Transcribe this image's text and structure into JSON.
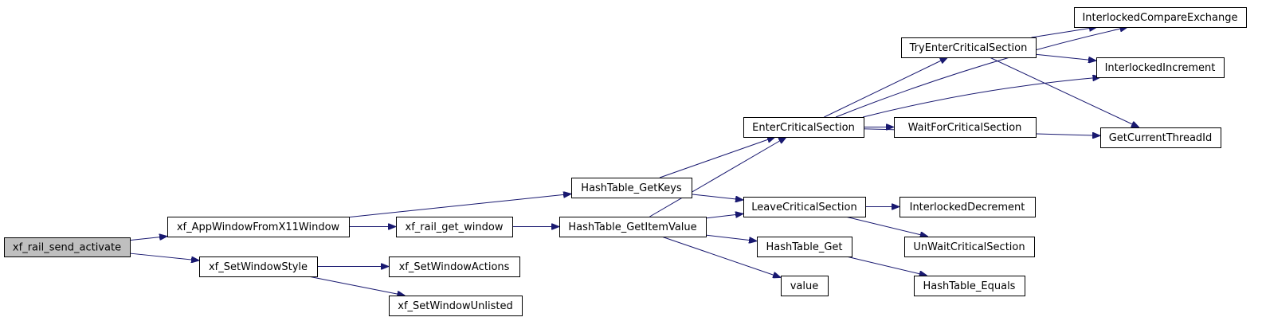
{
  "colors": {
    "edge": "#191970",
    "node_fill": "#ffffff",
    "root_fill": "#bfbfbf",
    "node_border": "#000000"
  },
  "nodes": [
    {
      "id": "xf_rail_send_activate",
      "label": "xf_rail_send_activate",
      "root": true
    },
    {
      "id": "xf_AppWindowFromX11Window",
      "label": "xf_AppWindowFromX11Window"
    },
    {
      "id": "xf_SetWindowStyle",
      "label": "xf_SetWindowStyle"
    },
    {
      "id": "HashTable_GetKeys",
      "label": "HashTable_GetKeys"
    },
    {
      "id": "xf_rail_get_window",
      "label": "xf_rail_get_window"
    },
    {
      "id": "xf_SetWindowActions",
      "label": "xf_SetWindowActions"
    },
    {
      "id": "xf_SetWindowUnlisted",
      "label": "xf_SetWindowUnlisted"
    },
    {
      "id": "HashTable_GetItemValue",
      "label": "HashTable_GetItemValue"
    },
    {
      "id": "EnterCriticalSection",
      "label": "EnterCriticalSection"
    },
    {
      "id": "LeaveCriticalSection",
      "label": "LeaveCriticalSection"
    },
    {
      "id": "HashTable_Get",
      "label": "HashTable_Get"
    },
    {
      "id": "value",
      "label": "value"
    },
    {
      "id": "TryEnterCriticalSection",
      "label": "TryEnterCriticalSection"
    },
    {
      "id": "WaitForCriticalSection",
      "label": "WaitForCriticalSection"
    },
    {
      "id": "InterlockedDecrement",
      "label": "InterlockedDecrement"
    },
    {
      "id": "UnWaitCriticalSection",
      "label": "UnWaitCriticalSection"
    },
    {
      "id": "HashTable_Equals",
      "label": "HashTable_Equals"
    },
    {
      "id": "InterlockedCompareExchange",
      "label": "InterlockedCompareExchange"
    },
    {
      "id": "InterlockedIncrement",
      "label": "InterlockedIncrement"
    },
    {
      "id": "GetCurrentThreadId",
      "label": "GetCurrentThreadId"
    }
  ],
  "edges": [
    {
      "from": "xf_rail_send_activate",
      "to": "xf_AppWindowFromX11Window"
    },
    {
      "from": "xf_rail_send_activate",
      "to": "xf_SetWindowStyle"
    },
    {
      "from": "xf_AppWindowFromX11Window",
      "to": "HashTable_GetKeys"
    },
    {
      "from": "xf_AppWindowFromX11Window",
      "to": "xf_rail_get_window"
    },
    {
      "from": "xf_SetWindowStyle",
      "to": "xf_SetWindowActions"
    },
    {
      "from": "xf_SetWindowStyle",
      "to": "xf_SetWindowUnlisted"
    },
    {
      "from": "xf_rail_get_window",
      "to": "HashTable_GetItemValue"
    },
    {
      "from": "HashTable_GetKeys",
      "to": "EnterCriticalSection"
    },
    {
      "from": "HashTable_GetKeys",
      "to": "LeaveCriticalSection"
    },
    {
      "from": "HashTable_GetItemValue",
      "to": "EnterCriticalSection"
    },
    {
      "from": "HashTable_GetItemValue",
      "to": "LeaveCriticalSection"
    },
    {
      "from": "HashTable_GetItemValue",
      "to": "HashTable_Get"
    },
    {
      "from": "HashTable_GetItemValue",
      "to": "value"
    },
    {
      "from": "EnterCriticalSection",
      "to": "InterlockedCompareExchange"
    },
    {
      "from": "EnterCriticalSection",
      "to": "TryEnterCriticalSection"
    },
    {
      "from": "EnterCriticalSection",
      "to": "InterlockedIncrement"
    },
    {
      "from": "EnterCriticalSection",
      "to": "WaitForCriticalSection"
    },
    {
      "from": "EnterCriticalSection",
      "to": "GetCurrentThreadId"
    },
    {
      "from": "TryEnterCriticalSection",
      "to": "InterlockedCompareExchange"
    },
    {
      "from": "TryEnterCriticalSection",
      "to": "InterlockedIncrement"
    },
    {
      "from": "TryEnterCriticalSection",
      "to": "GetCurrentThreadId"
    },
    {
      "from": "LeaveCriticalSection",
      "to": "InterlockedDecrement"
    },
    {
      "from": "LeaveCriticalSection",
      "to": "UnWaitCriticalSection"
    },
    {
      "from": "HashTable_Get",
      "to": "HashTable_Equals"
    }
  ]
}
